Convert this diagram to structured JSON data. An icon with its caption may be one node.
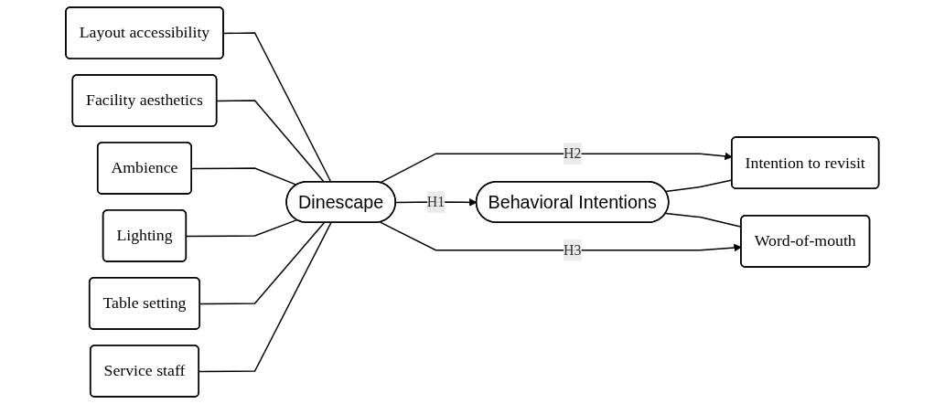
{
  "diagram": {
    "nodes": [
      {
        "text": [
          "Layout accessibility"
        ]
      },
      {
        "text": [
          "Facility aesthetics"
        ]
      },
      {
        "text": [
          "Ambience"
        ]
      },
      {
        "text": [
          "Lighting"
        ]
      },
      {
        "text": [
          "Table setting"
        ]
      },
      {
        "text": [
          "Service staff"
        ]
      },
      {
        "text": [
          "Dinescape"
        ]
      },
      {
        "text": [
          "Intention to revisit"
        ]
      },
      {
        "text": [
          "Behavioral Intentions"
        ]
      },
      {
        "text": [
          "Word-of-mouth"
        ]
      }
    ],
    "edges": [
      {
        "from": 0,
        "to": 6,
        "arrow": "none"
      },
      {
        "from": 1,
        "to": 6,
        "arrow": "none"
      },
      {
        "from": 2,
        "to": 6,
        "arrow": "none"
      },
      {
        "from": 3,
        "to": 6,
        "arrow": "none"
      },
      {
        "from": 4,
        "to": 6,
        "arrow": "none"
      },
      {
        "from": 5,
        "to": 6,
        "arrow": "none"
      },
      {
        "from": 6,
        "to": 7,
        "arrow": "to",
        "label": "H2"
      },
      {
        "from": 6,
        "to": 8,
        "arrow": "to",
        "label": "H1"
      },
      {
        "from": 6,
        "to": 9,
        "arrow": "to",
        "label": "H3"
      },
      {
        "from": 8,
        "to": 7,
        "arrow": "none"
      },
      {
        "from": 8,
        "to": 9,
        "arrow": "none"
      }
    ]
  }
}
